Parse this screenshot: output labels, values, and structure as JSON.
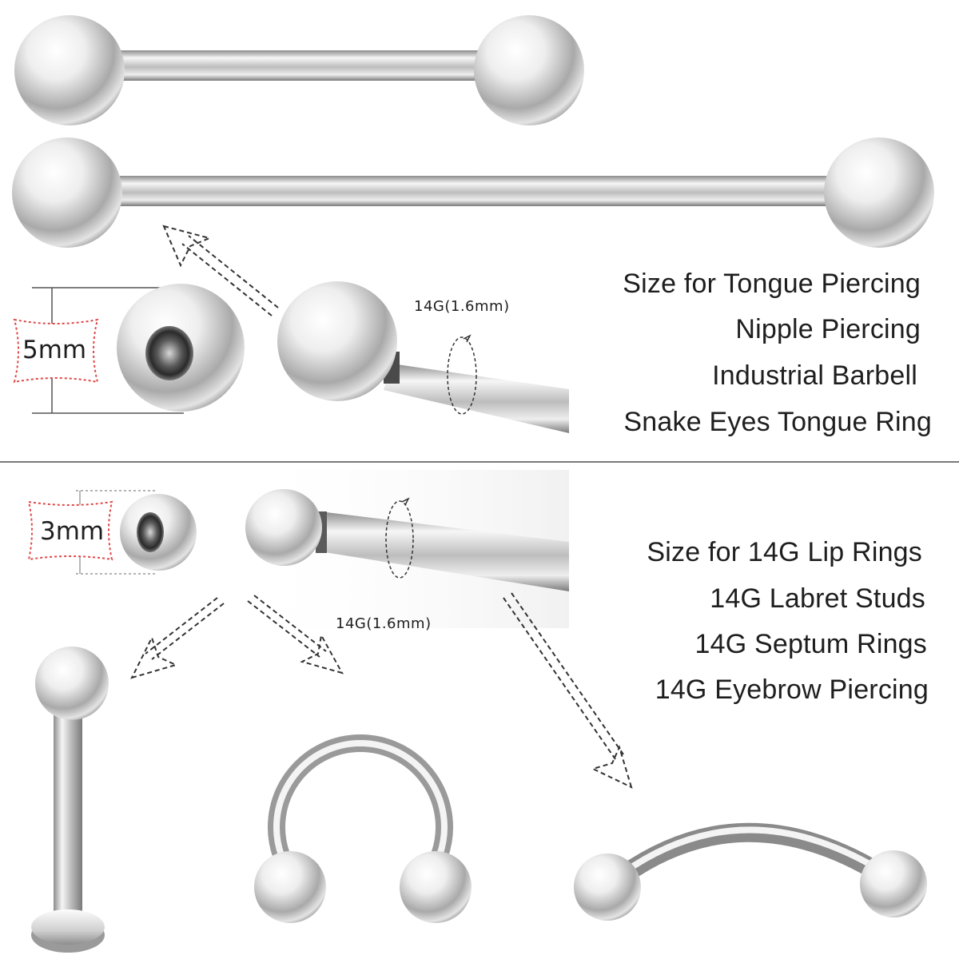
{
  "top_section": {
    "ball_size_label": "5mm",
    "gauge_label": "14G(1.6mm)",
    "captions": [
      "Size for Tongue Piercing",
      "Nipple Piercing",
      "Industrial Barbell",
      "Snake Eyes Tongue Ring"
    ]
  },
  "bottom_section": {
    "ball_size_label": "3mm",
    "gauge_label": "14G(1.6mm)",
    "captions": [
      "Size for 14G Lip Rings",
      "14G Labret Studs",
      "14G Septum Rings",
      "14G Eyebrow Piercing"
    ]
  },
  "colors": {
    "metal_light": "#fafafa",
    "metal_mid": "#c8c8c8",
    "metal_dark": "#6a6a6a",
    "text": "#1e1e1e",
    "dim_red": "#e04848",
    "divider": "#7a7a7a"
  }
}
